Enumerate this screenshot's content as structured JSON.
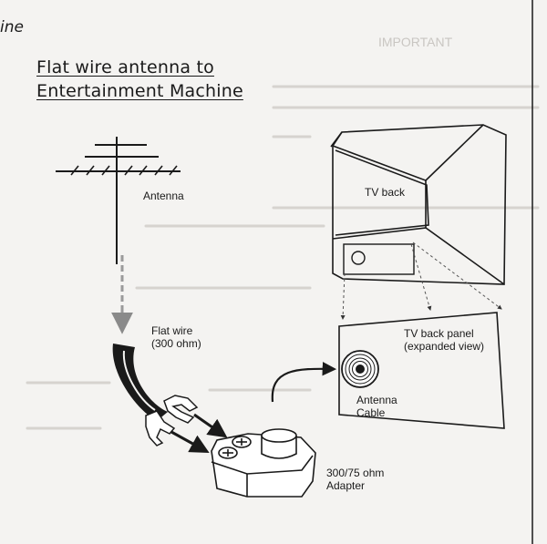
{
  "page": {
    "header_fragment": "ine",
    "title_line1": "Flat wire antenna to",
    "title_line2": "Entertainment Machine"
  },
  "labels": {
    "antenna": "Antenna",
    "flat_wire_line1": "Flat wire",
    "flat_wire_line2": "(300 ohm)",
    "tv_back": "TV back",
    "panel_line1": "TV back panel",
    "panel_line2": "(expanded view)",
    "cable_line1": "Antenna",
    "cable_line2": "Cable",
    "adapter_line1": "300/75 ohm",
    "adapter_line2": "Adapter"
  },
  "ghost_text": {
    "heading": "IMPORTANT"
  }
}
